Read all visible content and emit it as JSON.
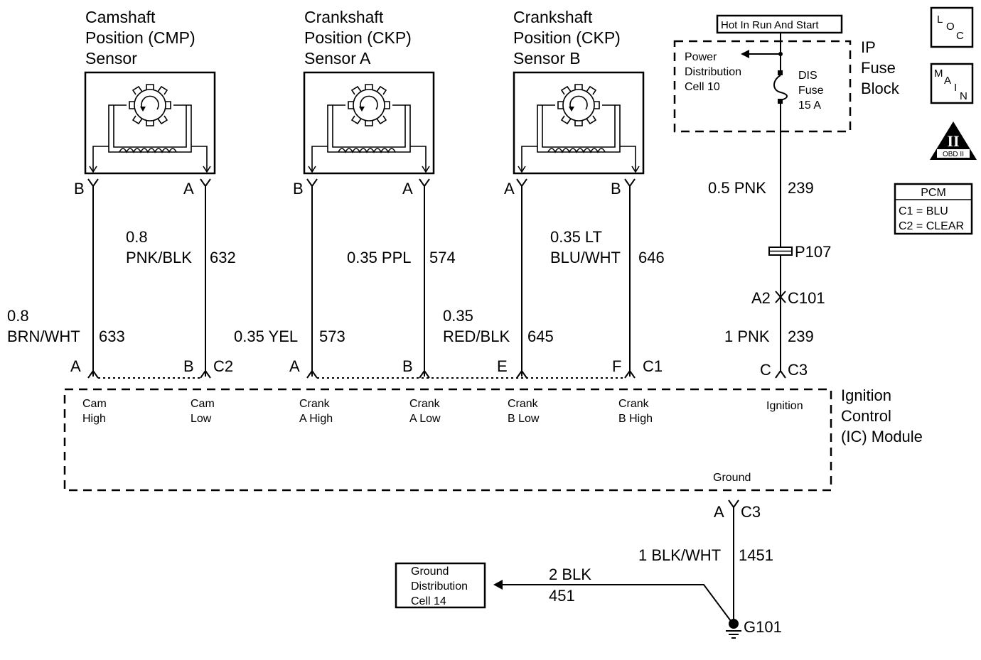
{
  "sensors": {
    "cmp": {
      "title": [
        "Camshaft",
        "Position (CMP)",
        "Sensor"
      ],
      "pin_left": "B",
      "pin_right": "A"
    },
    "ckp_a": {
      "title": [
        "Crankshaft",
        "Position (CKP)",
        "Sensor A"
      ],
      "pin_left": "B",
      "pin_right": "A"
    },
    "ckp_b": {
      "title": [
        "Crankshaft",
        "Position (CKP)",
        "Sensor B"
      ],
      "pin_left": "A",
      "pin_right": "B"
    }
  },
  "wires": {
    "w633": {
      "gauge": "0.8",
      "color": "BRN/WHT",
      "circuit": "633"
    },
    "w632": {
      "gauge": "0.8",
      "color": "PNK/BLK",
      "circuit": "632"
    },
    "w573": {
      "label": "0.35 YEL",
      "circuit": "573"
    },
    "w574": {
      "label": "0.35 PPL",
      "circuit": "574"
    },
    "w645": {
      "gauge": "0.35",
      "color": "RED/BLK",
      "circuit": "645"
    },
    "w646": {
      "gauge": "0.35 LT",
      "color": "BLU/WHT",
      "circuit": "646"
    },
    "w239_top": {
      "label": "0.5 PNK",
      "circuit": "239"
    },
    "w239_bot": {
      "label": "1 PNK",
      "circuit": "239"
    },
    "w1451": {
      "label": "1 BLK/WHT",
      "circuit": "1451"
    },
    "w451": {
      "label": "2 BLK",
      "circuit": "451"
    }
  },
  "connectors": {
    "c2": "C2",
    "c1": "C1",
    "c3_top": "C3",
    "c3_bot": "C3",
    "c101": "C101",
    "p107": "P107",
    "pins_module": [
      "A",
      "B",
      "A",
      "B",
      "E",
      "F",
      "C"
    ],
    "pin_c101": "A2",
    "pin_ground": "A"
  },
  "fuse_block": {
    "hot": "Hot In Run And Start",
    "title": [
      "IP",
      "Fuse",
      "Block"
    ],
    "power": [
      "Power",
      "Distribution",
      "Cell 10"
    ],
    "fuse": [
      "DIS",
      "Fuse",
      "15 A"
    ]
  },
  "module": {
    "title": [
      "Ignition",
      "Control",
      "(IC) Module"
    ],
    "terminals": [
      [
        "Cam",
        "High"
      ],
      [
        "Cam",
        "Low"
      ],
      [
        "Crank",
        "A High"
      ],
      [
        "Crank",
        "A Low"
      ],
      [
        "Crank",
        "B Low"
      ],
      [
        "Crank",
        "B High"
      ],
      [
        "Ignition"
      ],
      [
        "Ground"
      ]
    ]
  },
  "ground": {
    "dist": [
      "Ground",
      "Distribution",
      "Cell 14"
    ],
    "point": "G101"
  },
  "legend": {
    "loc": [
      "L",
      "O",
      "C"
    ],
    "main": [
      "M",
      "A",
      "I",
      "N"
    ],
    "obd_mark": "II",
    "obd_label": "OBD II",
    "pcm_title": "PCM",
    "pcm_lines": [
      "C1 = BLU",
      "C2 = CLEAR"
    ]
  }
}
